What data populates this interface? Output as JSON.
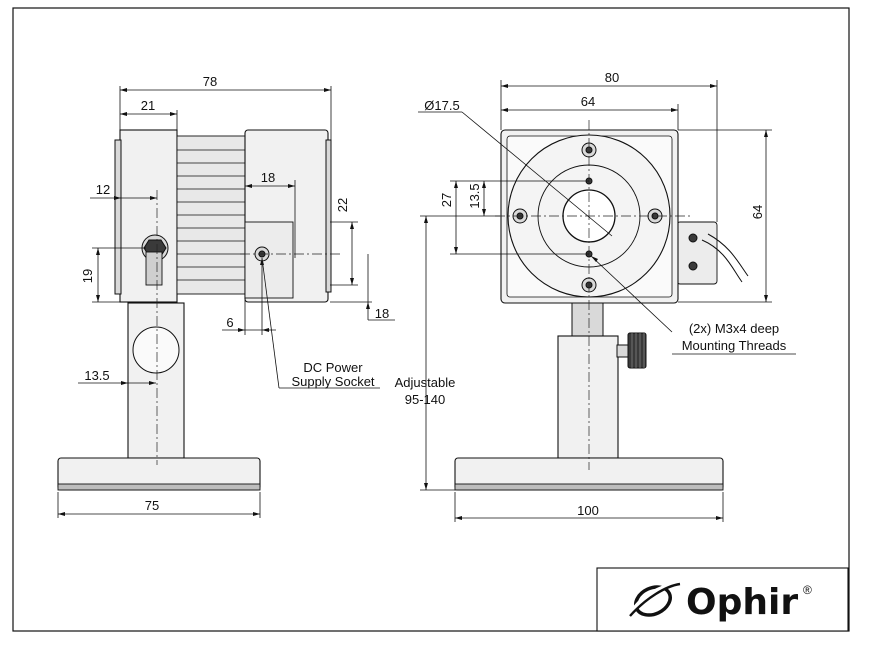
{
  "dimensions": {
    "side_overall_width": "78",
    "side_front_depth": "21",
    "side_offset_12": "12",
    "side_socket_18": "18",
    "side_height_22": "22",
    "side_height_19": "19",
    "side_offset_6": "6",
    "side_bottom_18": "18",
    "side_post_13_5": "13.5",
    "side_base_width": "75",
    "front_overall_width": "80",
    "front_body_width": "64",
    "front_aperture": "Ø17.5",
    "front_height_27": "27",
    "front_height_13_5": "13.5",
    "front_body_height": "64",
    "front_base_width": "100"
  },
  "labels": {
    "socket_line1": "DC Power",
    "socket_line2": "Supply Socket",
    "adjustable_line1": "Adjustable",
    "adjustable_line2": "95-140",
    "threads_line1": "(2x) M3x4 deep",
    "threads_line2": "Mounting Threads"
  },
  "logo": {
    "text": "Ophir",
    "mark": "®"
  }
}
